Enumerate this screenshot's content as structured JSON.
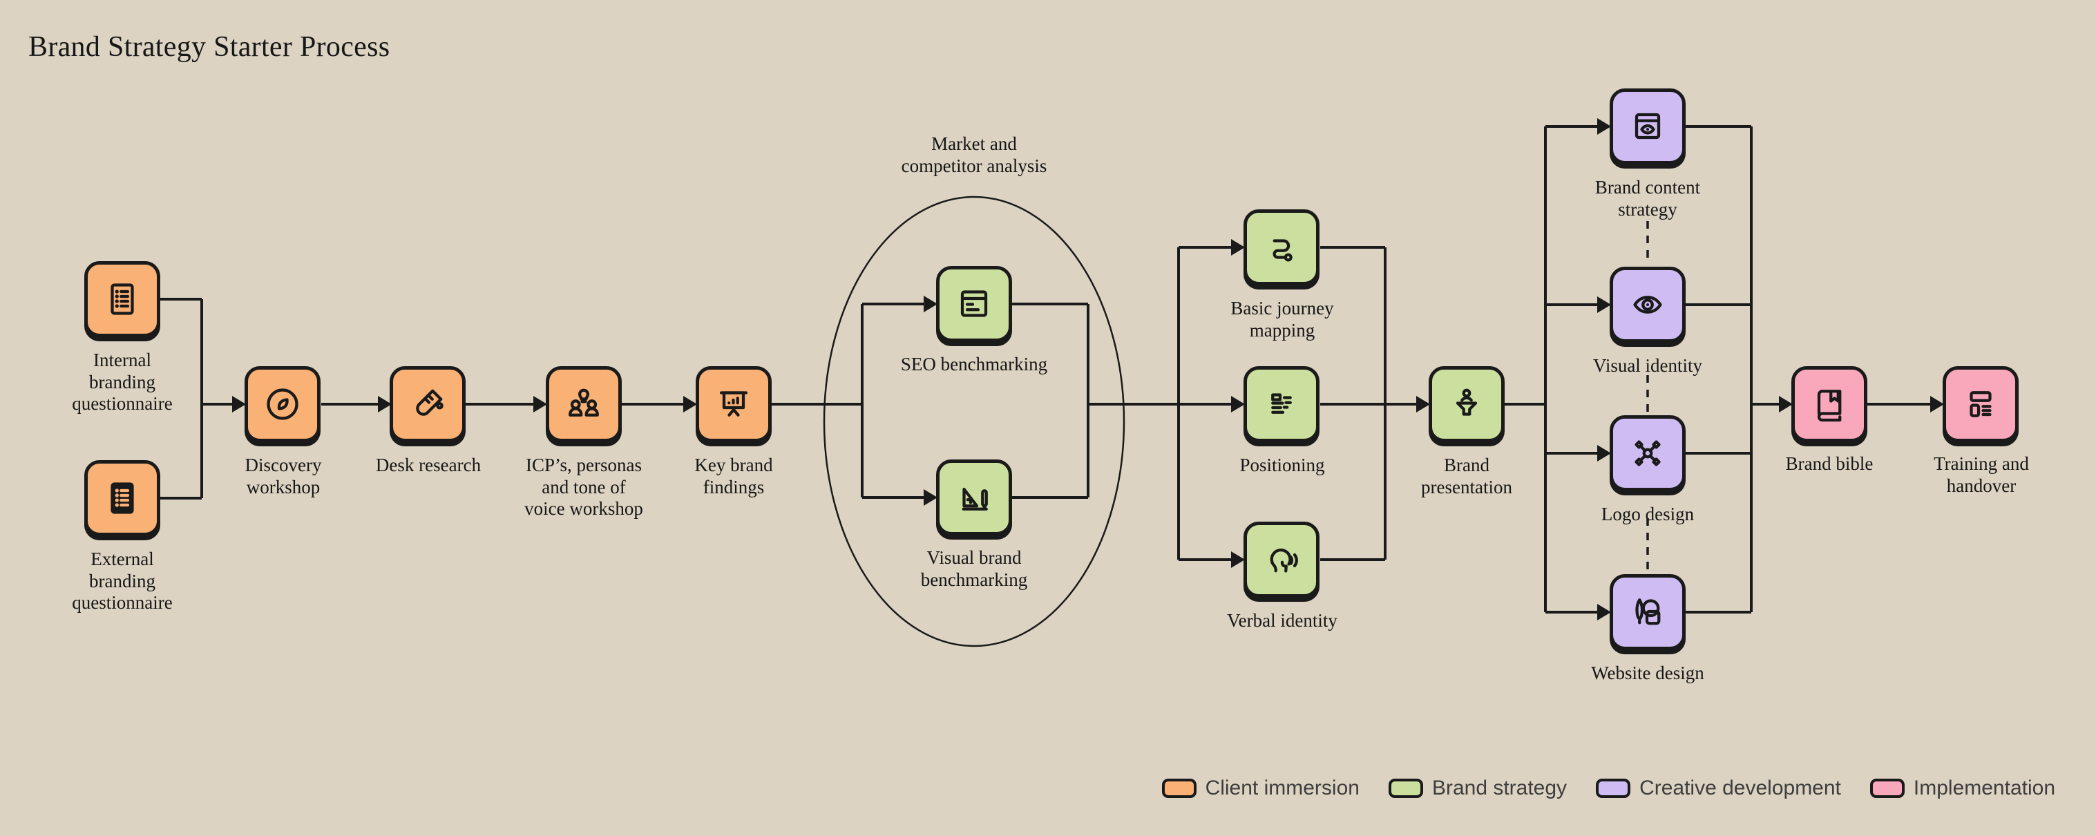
{
  "title": "Brand Strategy Starter Process",
  "annotations": {
    "market_analysis": "Market and\ncompetitor analysis"
  },
  "nodes": {
    "internal_questionnaire": {
      "label": "Internal\nbranding\nquestionnaire",
      "category": "Client immersion",
      "icon": "list-document-icon"
    },
    "external_questionnaire": {
      "label": "External\nbranding\nquestionnaire",
      "category": "Client immersion",
      "icon": "list-document-filled-icon"
    },
    "discovery_workshop": {
      "label": "Discovery\nworkshop",
      "category": "Client immersion",
      "icon": "compass-icon"
    },
    "desk_research": {
      "label": "Desk research",
      "category": "Client immersion",
      "icon": "test-tube-icon"
    },
    "icp_personas": {
      "label": "ICP’s, personas\nand tone of\nvoice workshop",
      "category": "Client immersion",
      "icon": "people-idea-icon"
    },
    "key_brand_findings": {
      "label": "Key brand\nfindings",
      "category": "Client immersion",
      "icon": "presentation-chart-icon"
    },
    "seo_benchmarking": {
      "label": "SEO benchmarking",
      "category": "Brand strategy",
      "icon": "browser-text-icon"
    },
    "visual_brand_benchmarking": {
      "label": "Visual brand\nbenchmarking",
      "category": "Brand strategy",
      "icon": "set-square-pen-icon"
    },
    "basic_journey_mapping": {
      "label": "Basic journey\nmapping",
      "category": "Brand strategy",
      "icon": "route-icon"
    },
    "positioning": {
      "label": "Positioning",
      "category": "Brand strategy",
      "icon": "text-lines-icon"
    },
    "verbal_identity": {
      "label": "Verbal identity",
      "category": "Brand strategy",
      "icon": "talking-head-icon"
    },
    "brand_presentation": {
      "label": "Brand\npresentation",
      "category": "Brand strategy",
      "icon": "presenter-podium-icon"
    },
    "brand_content_strategy": {
      "label": "Brand content\nstrategy",
      "category": "Creative development",
      "icon": "browser-eye-icon"
    },
    "visual_identity": {
      "label": "Visual identity",
      "category": "Creative development",
      "icon": "eye-icon"
    },
    "logo_design": {
      "label": "Logo design",
      "category": "Creative development",
      "icon": "vector-nodes-icon"
    },
    "website_design": {
      "label": "Website design",
      "category": "Creative development",
      "icon": "brush-shapes-icon"
    },
    "brand_bible": {
      "label": "Brand bible",
      "category": "Implementation",
      "icon": "book-bookmark-icon"
    },
    "training_handover": {
      "label": "Training and\nhandover",
      "category": "Implementation",
      "icon": "layout-blocks-icon"
    }
  },
  "legend": {
    "items": [
      {
        "label": "Client immersion",
        "color": "#F9B175"
      },
      {
        "label": "Brand strategy",
        "color": "#CBE09E"
      },
      {
        "label": "Creative development",
        "color": "#CFBCF3"
      },
      {
        "label": "Implementation",
        "color": "#F9A8BC"
      }
    ]
  },
  "colors": {
    "background": "#DCD3C2",
    "line": "#1A1A1A",
    "legend_text": "#3E3E3E"
  }
}
